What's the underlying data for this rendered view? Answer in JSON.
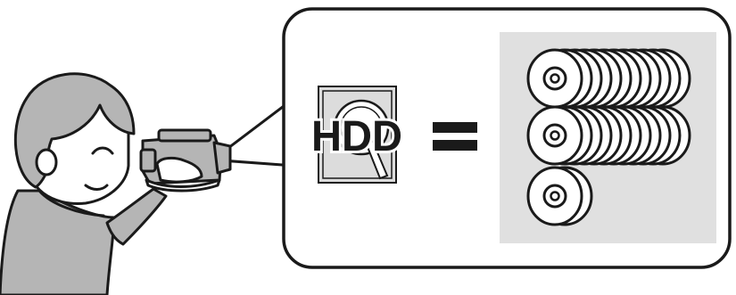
{
  "scene": {
    "hdd_label": "HDD",
    "equals_sign": "=",
    "disc_rows": [
      12,
      12,
      2
    ]
  },
  "colors": {
    "line": "#1a1a1a",
    "shirt": "#b5b5b5",
    "disc_panel": "#e0e0e0",
    "hdd_panel": "#dcdcdc",
    "white": "#ffffff"
  },
  "icons": {
    "person": "person-with-camcorder-icon",
    "camcorder": "camcorder-icon",
    "hard_disk": "hard-disk-icon",
    "disc": "optical-disc-icon"
  }
}
